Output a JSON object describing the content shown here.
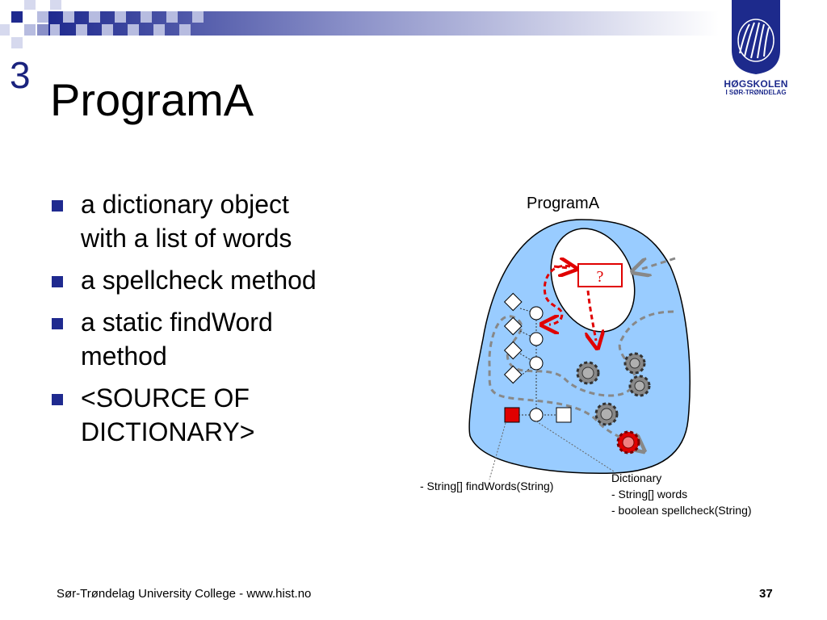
{
  "slide": {
    "number": "3",
    "title": "ProgramA",
    "bullets": [
      {
        "lines": [
          "a dictionary object",
          "with a list of words"
        ]
      },
      {
        "lines": [
          "a spellcheck method"
        ]
      },
      {
        "lines": [
          "a static findWord",
          "method"
        ]
      },
      {
        "lines": [
          "<SOURCE OF",
          "DICTIONARY>"
        ]
      }
    ]
  },
  "logo": {
    "line1": "HØGSKOLEN",
    "line2": "I SØR-TRØNDELAG"
  },
  "diagram": {
    "title": "ProgramA",
    "question_mark": "?",
    "label_findwords": "- String[] findWords(String)",
    "label_dictionary": [
      "Dictionary",
      "- String[] words",
      "- boolean spellcheck(String)"
    ]
  },
  "footer": {
    "text": "Sør-Trøndelag University College - www.hist.no",
    "page": "37"
  },
  "colors": {
    "accent": "#1f2a8f",
    "blob": "#99ccff",
    "red": "#e00000"
  }
}
